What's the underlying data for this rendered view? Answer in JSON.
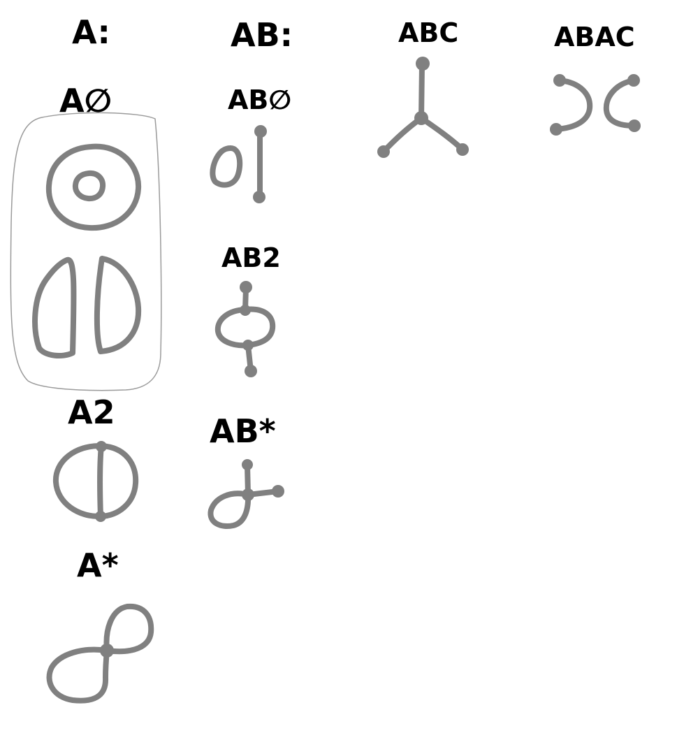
{
  "headings": {
    "a": "A:",
    "ab": "AB:",
    "abc": "ABC",
    "abac": "ABAC"
  },
  "labels": {
    "a0": "A∅",
    "a2": "A2",
    "astar": "A*",
    "ab0": "AB∅",
    "ab2": "AB2",
    "abstar": "AB*"
  },
  "colors": {
    "ink": "#000000",
    "stroke": "#808080",
    "frame": "#9a9a9a"
  }
}
